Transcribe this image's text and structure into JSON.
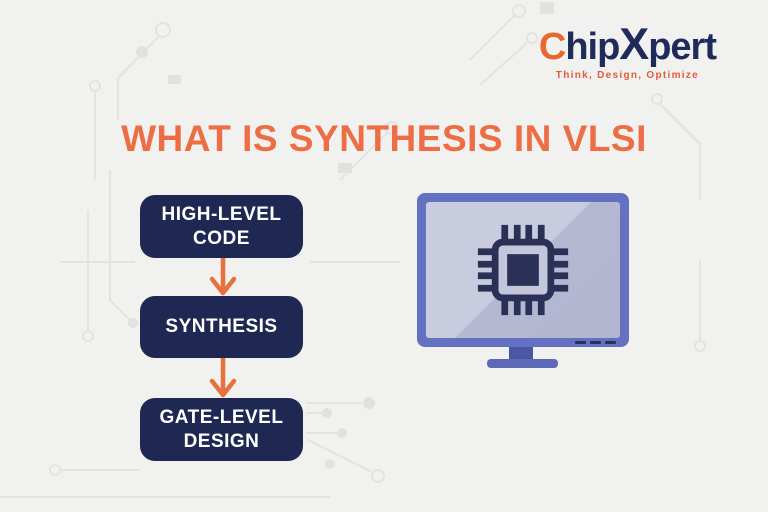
{
  "logo": {
    "part_c": "C",
    "part_hip": "hip",
    "part_x": "X",
    "part_pert": "pert",
    "tagline": "Think, Design, Optimize"
  },
  "title": {
    "text": "WHAT IS SYNTHESIS IN VLSI"
  },
  "flow": {
    "boxes": [
      {
        "label": "HIGH-LEVEL CODE"
      },
      {
        "label": "SYNTHESIS"
      },
      {
        "label": "GATE-LEVEL DESIGN"
      }
    ]
  },
  "icons": {
    "chip": "chip-icon",
    "down_arrow": "down-arrow-icon",
    "monitor": "monitor-illustration",
    "circuit_background": "circuit-pattern"
  },
  "colors": {
    "background": "#f1f1ef",
    "accent_orange": "#ed6e45",
    "arrow_orange": "#e8703f",
    "box_navy": "#1e2852",
    "logo_navy": "#1f2b5b",
    "logo_orange": "#e8682f",
    "tagline_orange": "#e45a3a",
    "monitor_frame": "#6471c0",
    "monitor_screen_light": "#c9ccdf",
    "monitor_screen_dark": "#b4b8d2",
    "monitor_stand": "#5c69b6",
    "chip_navy": "#2b3156",
    "circuit_trace": "#e3e3e1"
  }
}
